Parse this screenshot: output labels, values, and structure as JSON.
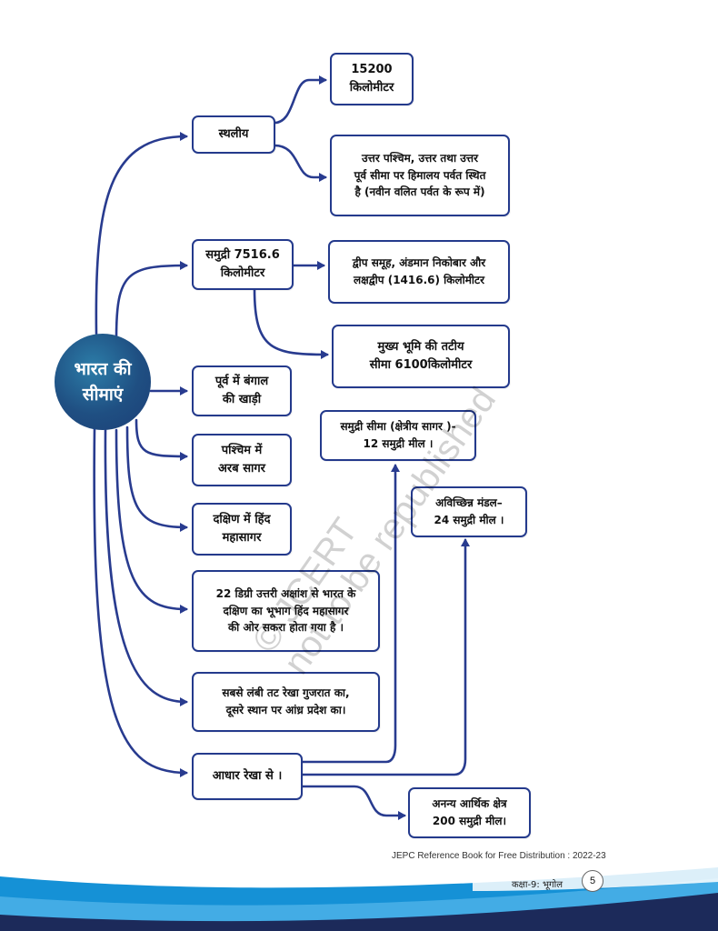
{
  "root": {
    "line1": "भारत की",
    "line2": "सीमाएं"
  },
  "nodes": {
    "land": {
      "lines": [
        "स्थलीय"
      ]
    },
    "land_length": {
      "lines": [
        "15200",
        "किलोमीटर"
      ]
    },
    "land_himalaya": {
      "lines": [
        "उत्तर पश्चिम, उत्तर तथा उत्तर",
        "पूर्व सीमा पर हिमालय पर्वत स्थित",
        "है (नवीन वलित पर्वत के रूप में)"
      ]
    },
    "sea": {
      "lines": [
        "समुद्री 7516.6",
        "किलोमीटर"
      ]
    },
    "islands": {
      "lines": [
        "द्वीप समूह, अंडमान निकोबार और",
        "लक्षद्वीप (1416.6) किलोमीटर"
      ]
    },
    "mainland": {
      "lines": [
        "मुख्य भूमि की तटीय",
        "सीमा 6100किलोमीटर"
      ]
    },
    "east": {
      "lines": [
        "पूर्व में बंगाल",
        "की खाड़ी"
      ]
    },
    "west": {
      "lines": [
        "पश्चिम में",
        "अरब सागर"
      ]
    },
    "south": {
      "lines": [
        "दक्षिण में हिंद",
        "महासागर"
      ]
    },
    "latitude": {
      "lines": [
        "22 डिग्री उत्तरी अक्षांश से भारत के",
        "दक्षिण का भूभाग हिंद महासागर",
        "की ओर सकरा होता गया है ।"
      ]
    },
    "coastline": {
      "lines": [
        "सबसे लंबी तट रेखा गुजरात का,",
        "दूसरे स्थान पर आंध्र प्रदेश का।"
      ]
    },
    "baseline": {
      "lines": [
        "आधार रेखा से ।"
      ]
    },
    "territorial": {
      "lines": [
        "समुद्री सीमा (क्षेत्रीय सागर )-",
        "12 समुद्री मील ।"
      ]
    },
    "contiguous": {
      "lines": [
        "अविच्छिन्न मंडल–",
        "24 समुद्री मील ।"
      ]
    },
    "eez": {
      "lines": [
        "अनन्य आर्थिक क्षेत्र",
        "200 समुद्री मील।"
      ]
    }
  },
  "watermark": {
    "line1": "© JCERT",
    "line2": "not to be republished"
  },
  "footer": {
    "note": "JEPC Reference Book for Free Distribution : 2022-23",
    "label": "कक्षा-9: भूगोल",
    "page": "5"
  },
  "colors": {
    "line": "#283b8f",
    "border": "#243a8c",
    "wave_blue": "#1591d6",
    "wave_navy": "#1c2a5a"
  }
}
